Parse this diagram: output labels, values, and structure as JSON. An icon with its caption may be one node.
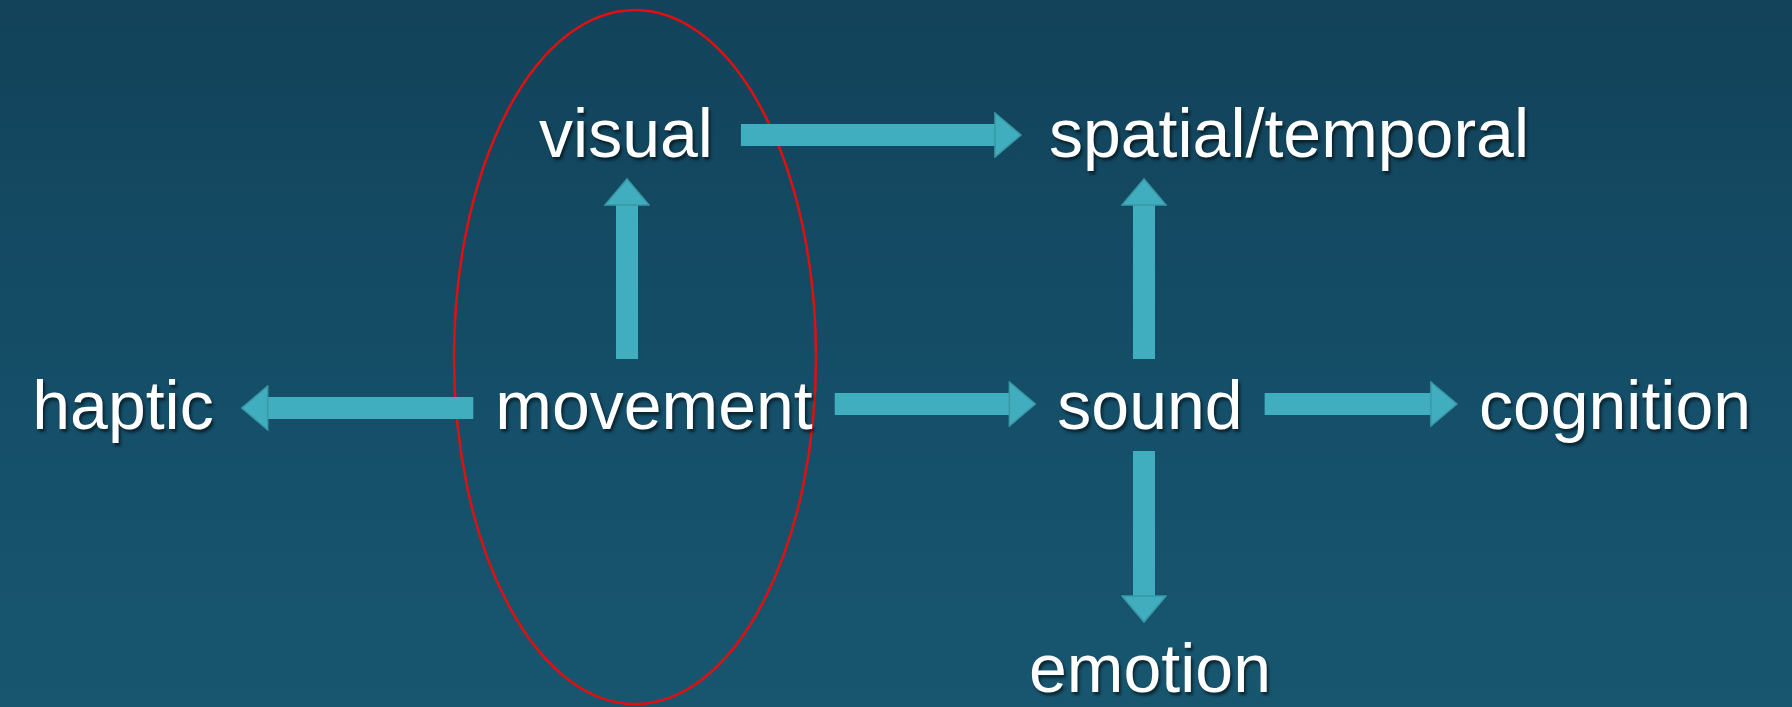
{
  "diagram": {
    "nodes": [
      {
        "text": [
          "visual"
        ]
      },
      {
        "text": [
          "spatial/temporal"
        ]
      },
      {
        "text": [
          "haptic"
        ]
      },
      {
        "text": [
          "movement"
        ]
      },
      {
        "text": [
          "sound"
        ]
      },
      {
        "text": [
          "cognition"
        ]
      },
      {
        "text": [
          "emotion"
        ]
      }
    ],
    "edges": [
      {
        "from": 0,
        "to": 1,
        "arrow": "to"
      },
      {
        "from": 3,
        "to": 0,
        "arrow": "to"
      },
      {
        "from": 3,
        "to": 2,
        "arrow": "to"
      },
      {
        "from": 3,
        "to": 4,
        "arrow": "to"
      },
      {
        "from": 4,
        "to": 1,
        "arrow": "to"
      },
      {
        "from": 4,
        "to": 5,
        "arrow": "to"
      },
      {
        "from": 4,
        "to": 6,
        "arrow": "to"
      }
    ]
  }
}
